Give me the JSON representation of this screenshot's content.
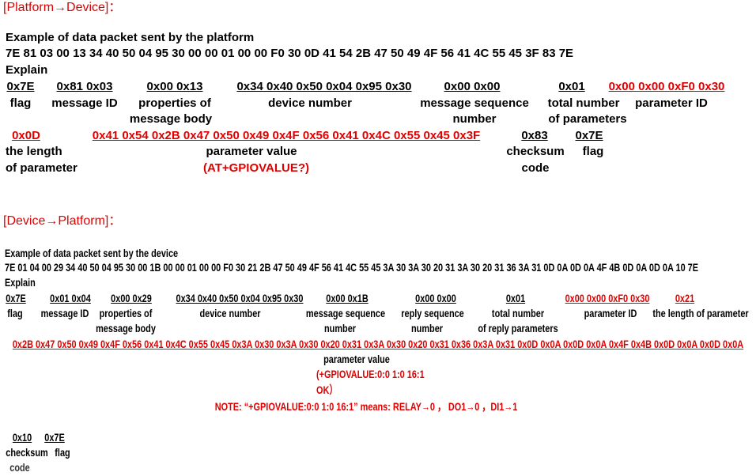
{
  "s1": {
    "title": "[Platform→Device]：",
    "example": "Example of data packet sent by the platform",
    "hex": "7E 81 03 00 13 34 40 50 04 95 30 00 00 01 00 00 F0 30 0D 41 54 2B 47 50 49 4F 56 41 4C 55 45 3F 83 7E",
    "explain": "Explain",
    "f": [
      {
        "hex": "0x7E",
        "d1": "flag"
      },
      {
        "hex": "0x81 0x03",
        "d1": "message ID"
      },
      {
        "hex": "0x00 0x13",
        "d1": "properties of",
        "d2": "message body"
      },
      {
        "hex": "0x34 0x40 0x50 0x04 0x95 0x30",
        "d1": "device number"
      },
      {
        "hex": "0x00 0x00",
        "d1": "message sequence",
        "d2": "number"
      },
      {
        "hex": "0x01",
        "d1": "total number",
        "d2": "of parameters"
      },
      {
        "hex": "0x00 0x00 0xF0 0x30",
        "d1": "parameter ID"
      },
      {
        "hex": "0x0D",
        "d1": "the length",
        "d2": "of parameter"
      },
      {
        "hex": "0x41 0x54 0x2B 0x47 0x50 0x49 0x4F 0x56 0x41 0x4C 0x55 0x45 0x3F",
        "d1": "parameter value",
        "d2": "(AT+GPIOVALUE?)"
      },
      {
        "hex": "0x83",
        "d1": "checksum",
        "d2": "code"
      },
      {
        "hex": "0x7E",
        "d1": "flag"
      }
    ]
  },
  "s2": {
    "title": "[Device→Platform]：",
    "example": "Example of data packet sent by the device",
    "hex": "7E 01 04 00 29 34 40 50 04 95 30 00 1B 00 00 01 00 00 F0 30 21 2B 47 50 49 4F 56 41 4C 55 45 3A 30 3A 30 20 31 3A 30 20 31 36 3A 31 0D 0A 0D 0A 4F 4B 0D 0A 0D 0A 10 7E",
    "explain": "Explain",
    "f": [
      {
        "hex": "0x7E",
        "d1": "flag"
      },
      {
        "hex": "0x01 0x04",
        "d1": "message ID"
      },
      {
        "hex": "0x00 0x29",
        "d1": "properties of",
        "d2": "message body"
      },
      {
        "hex": "0x34 0x40 0x50 0x04 0x95 0x30",
        "d1": "device number"
      },
      {
        "hex": "0x00 0x1B",
        "d1": "message sequence",
        "d2": "number"
      },
      {
        "hex": "0x00 0x00",
        "d1": "reply sequence",
        "d2": "number"
      },
      {
        "hex": "0x01",
        "d1": "total number",
        "d2": "of reply parameters"
      },
      {
        "hex": "0x00 0x00 0xF0 0x30",
        "d1": "parameter ID"
      },
      {
        "hex": "0x21",
        "d1": "the length of parameter"
      },
      {
        "hex": "0x2B 0x47 0x50 0x49 0x4F 0x56 0x41 0x4C 0x55 0x45 0x3A 0x30 0x3A 0x30 0x20 0x31 0x3A 0x30 0x20 0x31 0x36 0x3A 0x31 0x0D 0x0A 0x0D 0x0A 0x4F 0x4B 0x0D 0x0A 0x0D 0x0A",
        "d1": "parameter value",
        "d2": "(+GPIOVALUE:0:0 1:0 16:1",
        "d3": "OK）"
      },
      {
        "hex": "0x10",
        "d1": "checksum",
        "d2": "code"
      },
      {
        "hex": "0x7E",
        "d1": "flag"
      }
    ],
    "note": "NOTE: “+GPIOVALUE:0:0 1:0 16:1” means: RELAY→0 ， DO1→0 ，DI1→1"
  }
}
